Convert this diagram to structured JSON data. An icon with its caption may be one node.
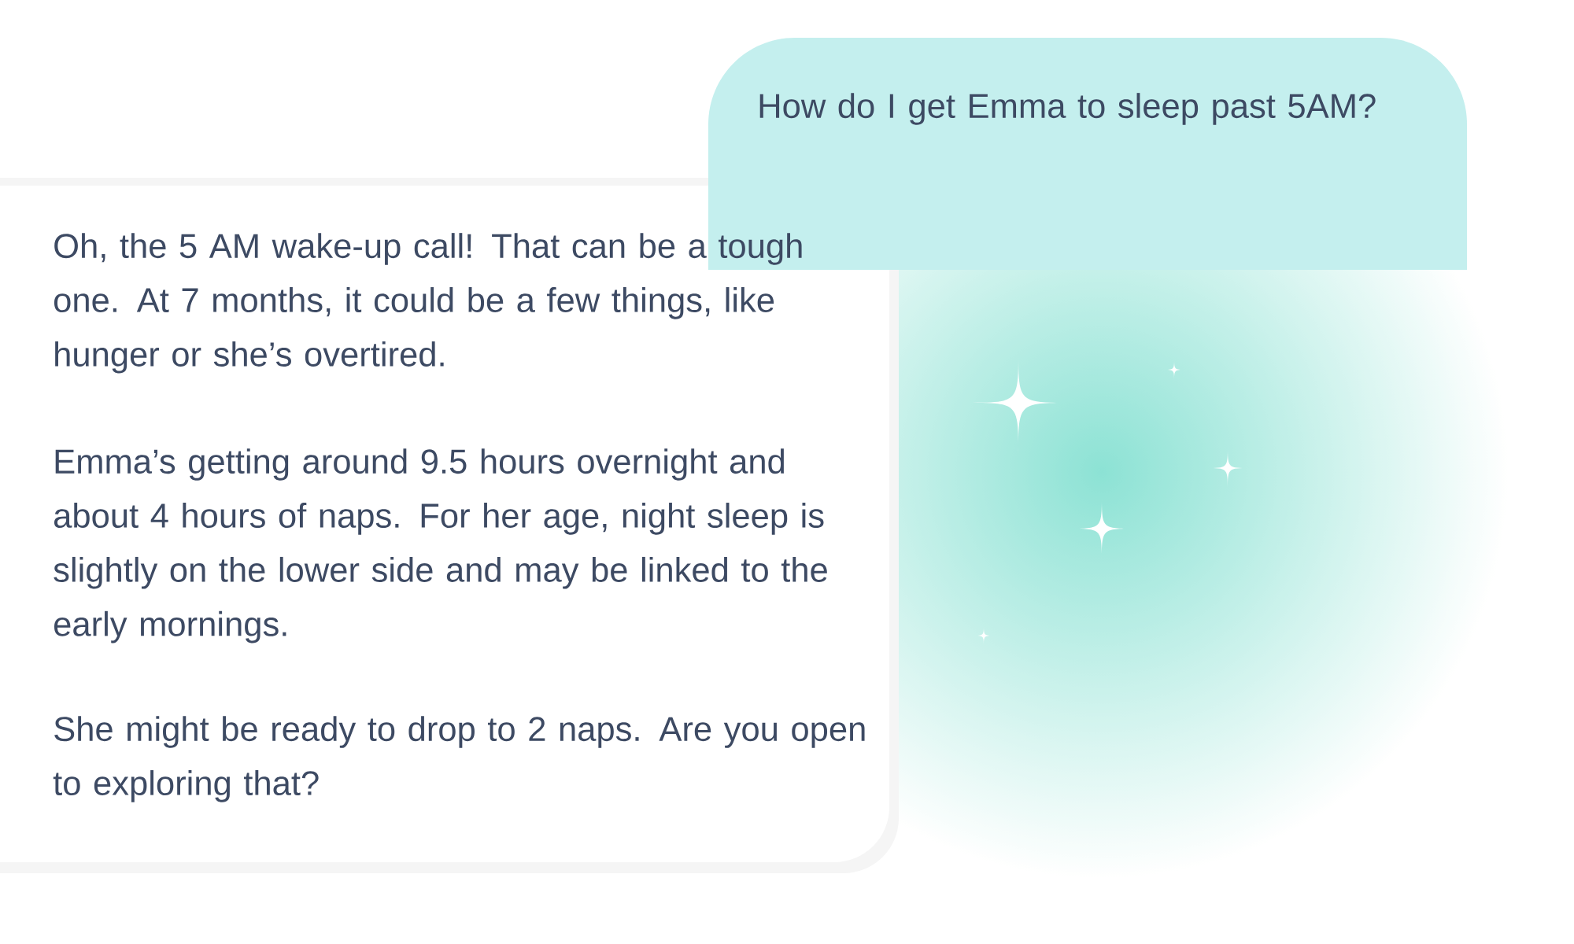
{
  "diagram": {
    "nodes": [
      {
        "text": [
          "Oh, the 5 AM wake-up call! That can be a tough one. At 7 months, it could be a few things, like hunger or she’s overtired.",
          "Emma’s getting around 9.5 hours overnight and about 4 hours of naps. For her age, night sleep is slightly on the lower side and may be linked to the early mornings.",
          "She might be ready to drop to 2 naps. Are you open to exploring that?"
        ]
      },
      {
        "text": [
          "How do I get Emma to sleep past 5AM?"
        ]
      }
    ]
  }
}
